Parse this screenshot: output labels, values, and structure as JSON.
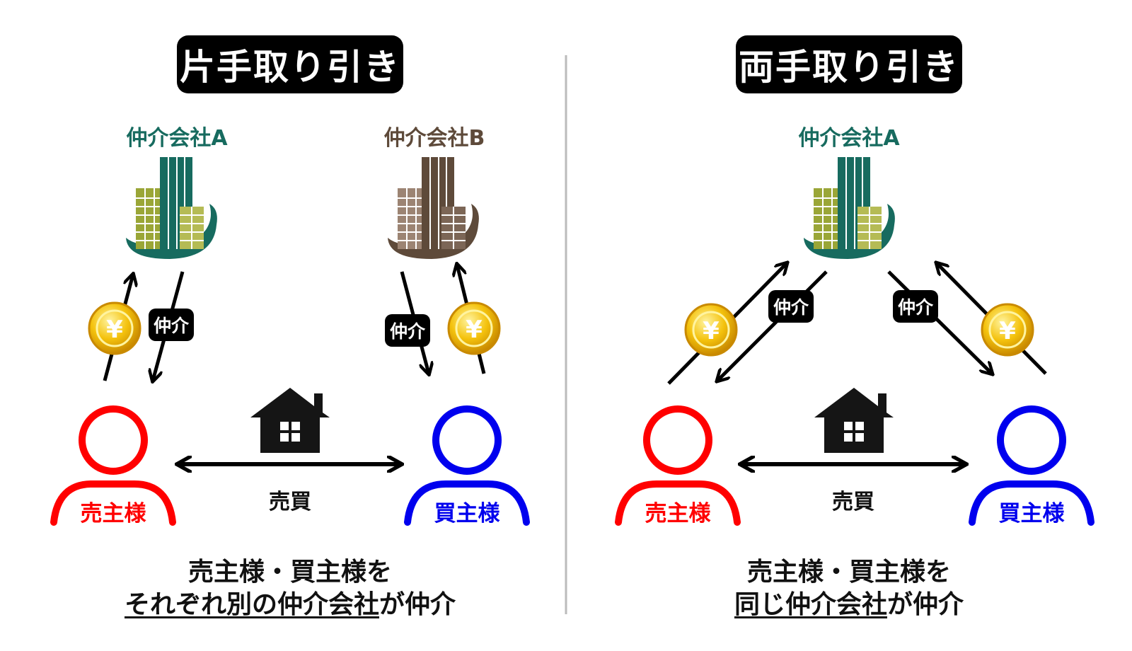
{
  "left": {
    "title": "片手取り引き",
    "company_a": "仲介会社A",
    "company_b": "仲介会社B",
    "mediation_a": "仲介",
    "mediation_b": "仲介",
    "seller": "売主様",
    "buyer": "買主様",
    "trade": "売買",
    "caption_line1": "売主様・買主様を",
    "caption_line2_underlined": "それぞれ別の仲介会社",
    "caption_line2_rest": "が仲介"
  },
  "right": {
    "title": "両手取り引き",
    "company_a": "仲介会社A",
    "mediation_left": "仲介",
    "mediation_right": "仲介",
    "seller": "売主様",
    "buyer": "買主様",
    "trade": "売買",
    "caption_line1": "売主様・買主様を",
    "caption_line2_underlined": "同じ仲介会社",
    "caption_line2_rest": "が仲介"
  },
  "icons": {
    "coin": "yen-coin-icon",
    "building_a": "building-a-icon",
    "building_b": "building-b-icon",
    "house": "house-icon",
    "person": "person-icon"
  },
  "colors": {
    "company_a_text": "#176B5F",
    "company_b_text": "#5E4A3A",
    "seller": "#FF0000",
    "buyer": "#0000EE",
    "divider": "#BBBBBB",
    "coin": "#F4C20D"
  },
  "symbols": {
    "yen": "¥"
  }
}
